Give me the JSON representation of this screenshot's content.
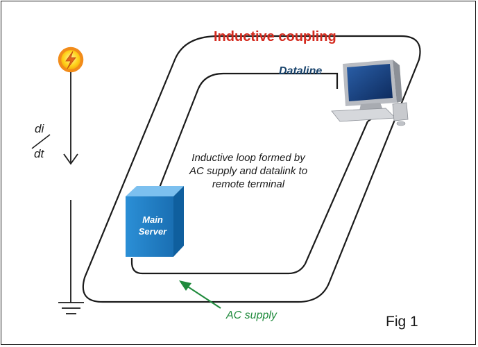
{
  "title": "Inductive coupling",
  "dataline_label": "Dataline",
  "loop_description": "Inductive loop formed by AC supply and datalink to remote terminal",
  "rate_numerator": "di",
  "rate_denominator": "dt",
  "server_label": "Main Server",
  "ac_supply_label": "AC supply",
  "figure_label": "Fig 1",
  "colors": {
    "title": "#d42a1e",
    "dataline": "#17426b",
    "ac_supply": "#1f8a3c",
    "server": "#1e7fc4",
    "lightning": "#f28c1a"
  },
  "icons": [
    "lightning-icon",
    "down-arrow-icon",
    "ground-icon",
    "server-icon",
    "computer-icon"
  ]
}
